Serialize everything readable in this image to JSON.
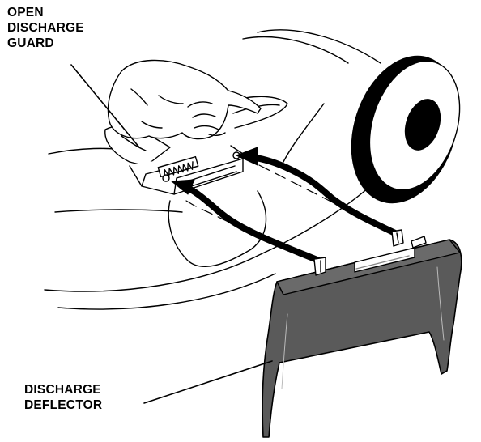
{
  "labels": {
    "top": [
      "OPEN",
      "DISCHARGE",
      "GUARD"
    ],
    "bottom": [
      "DISCHARGE",
      "DEFLECTOR"
    ]
  },
  "colors": {
    "line": "#000000",
    "deflector_fill": "#5a5a5a",
    "background": "#ffffff"
  }
}
